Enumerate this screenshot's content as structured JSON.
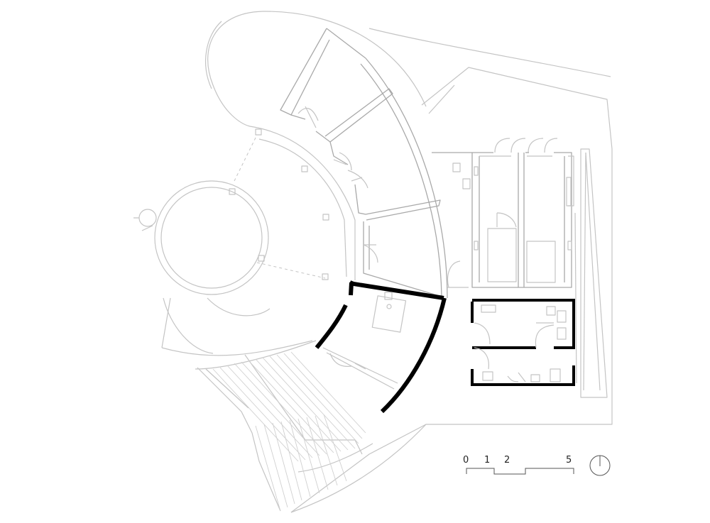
{
  "scale_bar": {
    "labels": [
      "0",
      "1",
      "2",
      "5"
    ]
  },
  "icons": {
    "north_arrow": "north-arrow-icon"
  },
  "colors": {
    "existing_lines": "#c4c4c4",
    "highlighted_walls": "#000000",
    "background": "#ffffff"
  }
}
